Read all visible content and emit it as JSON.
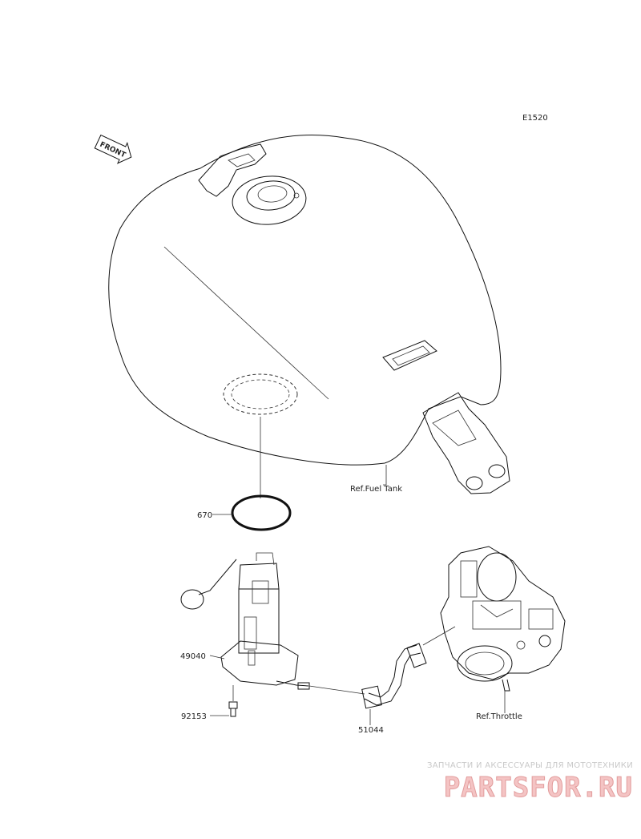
{
  "diagram_code": "E1520",
  "front_label": "FRONT",
  "parts": {
    "gasket": "670",
    "pump": "49040",
    "bolt": "92153",
    "hose": "51044"
  },
  "references": {
    "fuel_tank": "Ref.Fuel Tank",
    "throttle": "Ref.Throttle"
  },
  "watermark": {
    "subtitle": "ЗАПЧАСТИ И АКСЕССУАРЫ ДЛЯ МОТОТЕХНИКИ",
    "logo": "PARTSFOR.RU"
  },
  "colors": {
    "line": "#111111",
    "watermark": "#f0b8b8"
  }
}
